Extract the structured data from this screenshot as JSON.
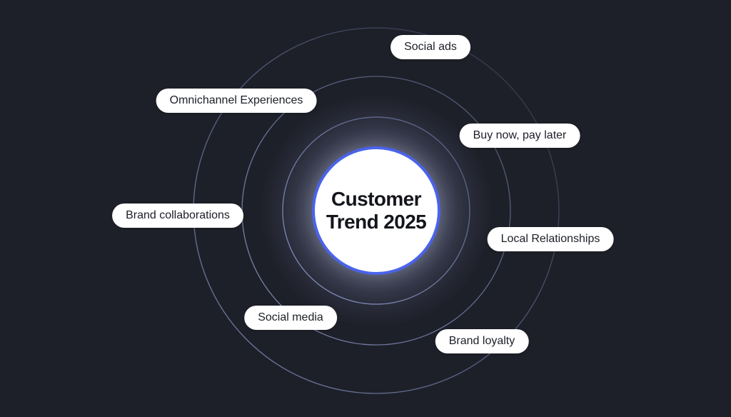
{
  "diagram": {
    "center": {
      "title_line1": "Customer",
      "title_line2": "Trend 2025"
    },
    "orbit_labels": [
      {
        "text": "Social ads"
      },
      {
        "text": "Omnichannel Experiences"
      },
      {
        "text": "Buy now, pay later"
      },
      {
        "text": "Brand collaborations"
      },
      {
        "text": "Local Relationships"
      },
      {
        "text": "Social media"
      },
      {
        "text": "Brand loyalty"
      }
    ]
  },
  "colors": {
    "background": "#1e2029",
    "ring_stroke": "#8b95c9",
    "center_border_blue": "#4a63ea",
    "pill_background": "#ffffff",
    "text_dark": "#1c1f27"
  }
}
